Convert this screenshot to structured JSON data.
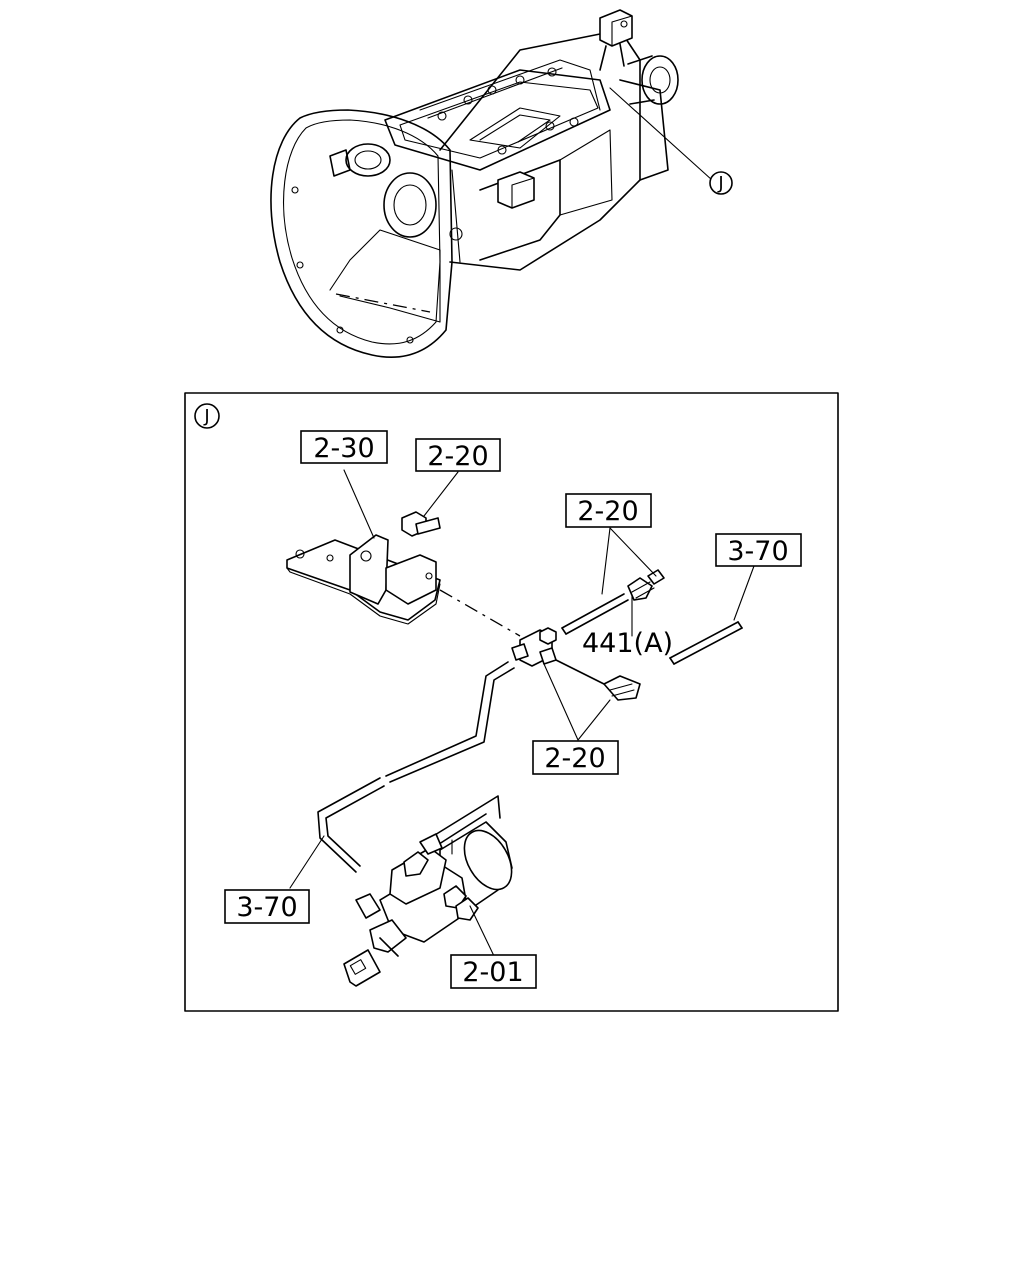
{
  "overview": {
    "detail_callout": "J"
  },
  "detail": {
    "marker": "J",
    "labels": {
      "bracket": "2-30",
      "bolt": "2-20",
      "fittings_upper": "2-20",
      "fittings_lower": "2-20",
      "pipe_right": "3-70",
      "pipe_left": "3-70",
      "cylinder": "2-01",
      "sensor": "441(A)"
    }
  }
}
